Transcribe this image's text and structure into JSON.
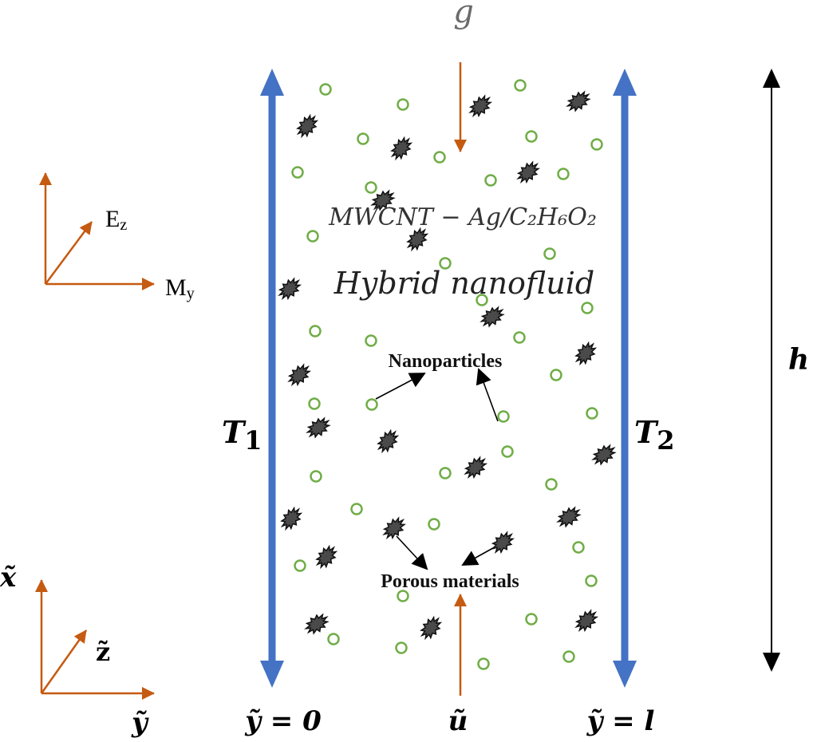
{
  "labels": {
    "g": "g",
    "fluid_name": "MWCNT − Ag/C₂H₆O₂",
    "fluid_type": "Hybrid nanofluid",
    "nanoparticles": "Nanoparticles",
    "porous": "Porous materials",
    "T1_main": "T",
    "T1_sub": "1",
    "T2_main": "T",
    "T2_sub": "2",
    "h": "h",
    "Ez_main": "E",
    "Ez_sub": "z",
    "My_main": "M",
    "My_sub": "y",
    "x_axis": "x̃",
    "z_axis": "z̃",
    "y_axis": "ỹ",
    "y0": "ỹ = 0",
    "yl": "ỹ = l",
    "u": "ũ"
  },
  "colors": {
    "wall": "#4472C4",
    "orange": "#C55A11",
    "green": "#70AD47",
    "particle": "#4a4a4a",
    "black": "#000000"
  }
}
